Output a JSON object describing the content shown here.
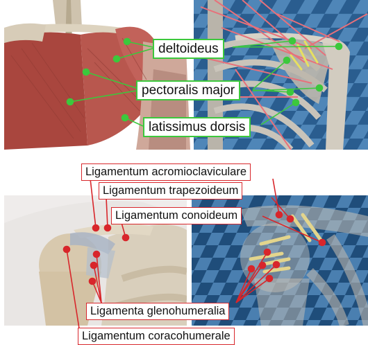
{
  "muscle_labels": [
    {
      "id": "deltoideus",
      "text": "deltoideus"
    },
    {
      "id": "pectoralis-major",
      "text": "pectoralis major"
    },
    {
      "id": "latissimus-dorsi",
      "text": "latissimus dorsis"
    }
  ],
  "ligament_labels": [
    {
      "id": "acromioclavicular",
      "text": "Ligamentum acromioclaviculare"
    },
    {
      "id": "trapezoideum",
      "text": "Ligamentum trapezoideum"
    },
    {
      "id": "conoideum",
      "text": "Ligamentum conoideum"
    },
    {
      "id": "glenohumeralia",
      "text": "Ligamenta glenohumeralia"
    },
    {
      "id": "coracohumerale",
      "text": "Ligamentum coracohumerale"
    }
  ],
  "colors": {
    "muscle_annotation": "#3cc83c",
    "ligament_annotation": "#d8262b",
    "muscle_tissue": "#b8574e",
    "bone": "#d9d1c2",
    "checker_dark": "#1f4d7a",
    "checker_light": "#4f86b8"
  }
}
